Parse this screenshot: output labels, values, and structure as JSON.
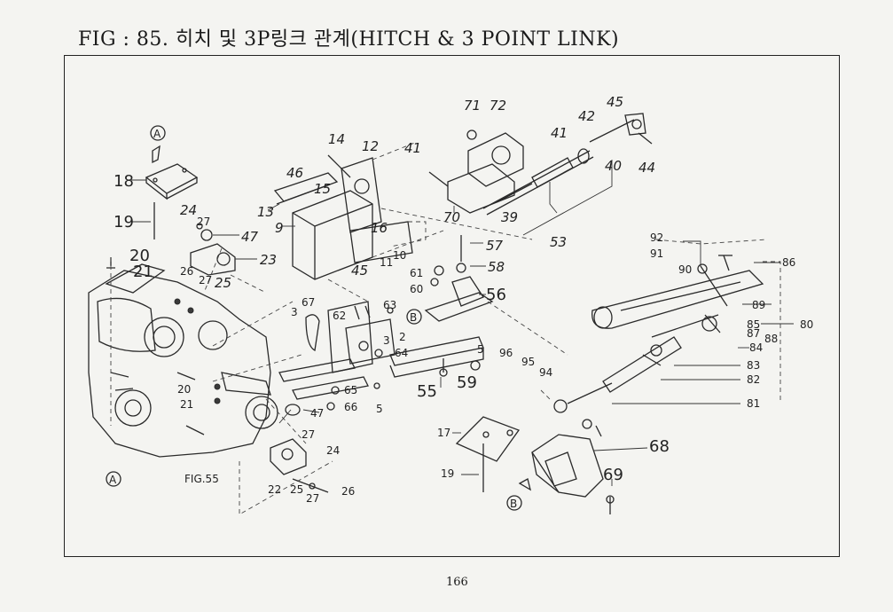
{
  "title": "FIG : 85. 히치 및 3P링크 관계(HITCH & 3 POINT LINK)",
  "page_number": "166",
  "ref_labels": {
    "a_top": "A",
    "a_bottom": "A",
    "b_mid": "B",
    "b_bottom": "B",
    "fig_ref": "FIG.55"
  },
  "callouts": [
    {
      "id": "c71a",
      "text": "71"
    },
    {
      "id": "c72",
      "text": "72"
    },
    {
      "id": "c45a",
      "text": "45"
    },
    {
      "id": "c42",
      "text": "42"
    },
    {
      "id": "c41a",
      "text": "41"
    },
    {
      "id": "c14",
      "text": "14"
    },
    {
      "id": "c12",
      "text": "12"
    },
    {
      "id": "c41b",
      "text": "41"
    },
    {
      "id": "c40",
      "text": "40"
    },
    {
      "id": "c44",
      "text": "44"
    },
    {
      "id": "c18",
      "text": "18"
    },
    {
      "id": "c46",
      "text": "46"
    },
    {
      "id": "c15",
      "text": "15"
    },
    {
      "id": "c70",
      "text": "70"
    },
    {
      "id": "c39",
      "text": "39"
    },
    {
      "id": "c13",
      "text": "13"
    },
    {
      "id": "c24a",
      "text": "24"
    },
    {
      "id": "c27a",
      "text": "27"
    },
    {
      "id": "c47a",
      "text": "47"
    },
    {
      "id": "c19a",
      "text": "19"
    },
    {
      "id": "c9",
      "text": "9"
    },
    {
      "id": "c16",
      "text": "16"
    },
    {
      "id": "c53",
      "text": "53"
    },
    {
      "id": "c20a",
      "text": "20"
    },
    {
      "id": "c21a",
      "text": "21"
    },
    {
      "id": "c23",
      "text": "23"
    },
    {
      "id": "c26a",
      "text": "26"
    },
    {
      "id": "c27b",
      "text": "27"
    },
    {
      "id": "c25a",
      "text": "25"
    },
    {
      "id": "c11",
      "text": "11"
    },
    {
      "id": "c10",
      "text": "10"
    },
    {
      "id": "c45b",
      "text": "45"
    },
    {
      "id": "c57",
      "text": "57"
    },
    {
      "id": "c58",
      "text": "58"
    },
    {
      "id": "c92",
      "text": "92"
    },
    {
      "id": "c91a",
      "text": "91"
    },
    {
      "id": "c90",
      "text": "90"
    },
    {
      "id": "c86",
      "text": "86"
    },
    {
      "id": "c89",
      "text": "89"
    },
    {
      "id": "c61",
      "text": "61"
    },
    {
      "id": "c60",
      "text": "60"
    },
    {
      "id": "c56",
      "text": "56"
    },
    {
      "id": "c67",
      "text": "67"
    },
    {
      "id": "c3a",
      "text": "3"
    },
    {
      "id": "c62",
      "text": "62"
    },
    {
      "id": "c63",
      "text": "63"
    },
    {
      "id": "c2",
      "text": "2"
    },
    {
      "id": "c3b",
      "text": "3"
    },
    {
      "id": "c64",
      "text": "64"
    },
    {
      "id": "c5a",
      "text": "5"
    },
    {
      "id": "c85",
      "text": "85"
    },
    {
      "id": "c80",
      "text": "80"
    },
    {
      "id": "c87",
      "text": "87"
    },
    {
      "id": "c88",
      "text": "88"
    },
    {
      "id": "c84",
      "text": "84"
    },
    {
      "id": "c96",
      "text": "96"
    },
    {
      "id": "c95",
      "text": "95"
    },
    {
      "id": "c94",
      "text": "94"
    },
    {
      "id": "c83",
      "text": "83"
    },
    {
      "id": "c82",
      "text": "82"
    },
    {
      "id": "c81",
      "text": "81"
    },
    {
      "id": "c55",
      "text": "55"
    },
    {
      "id": "c59",
      "text": "59"
    },
    {
      "id": "c65",
      "text": "65"
    },
    {
      "id": "c66",
      "text": "66"
    },
    {
      "id": "c5b",
      "text": "5"
    },
    {
      "id": "c20b",
      "text": "20"
    },
    {
      "id": "c21b",
      "text": "21"
    },
    {
      "id": "c47b",
      "text": "47"
    },
    {
      "id": "c17",
      "text": "17"
    },
    {
      "id": "c68",
      "text": "68"
    },
    {
      "id": "c27c",
      "text": "27"
    },
    {
      "id": "c24b",
      "text": "24"
    },
    {
      "id": "c19b",
      "text": "19"
    },
    {
      "id": "c69",
      "text": "69"
    },
    {
      "id": "c22",
      "text": "22"
    },
    {
      "id": "c25b",
      "text": "25"
    },
    {
      "id": "c27d",
      "text": "27"
    },
    {
      "id": "c26b",
      "text": "26"
    }
  ]
}
